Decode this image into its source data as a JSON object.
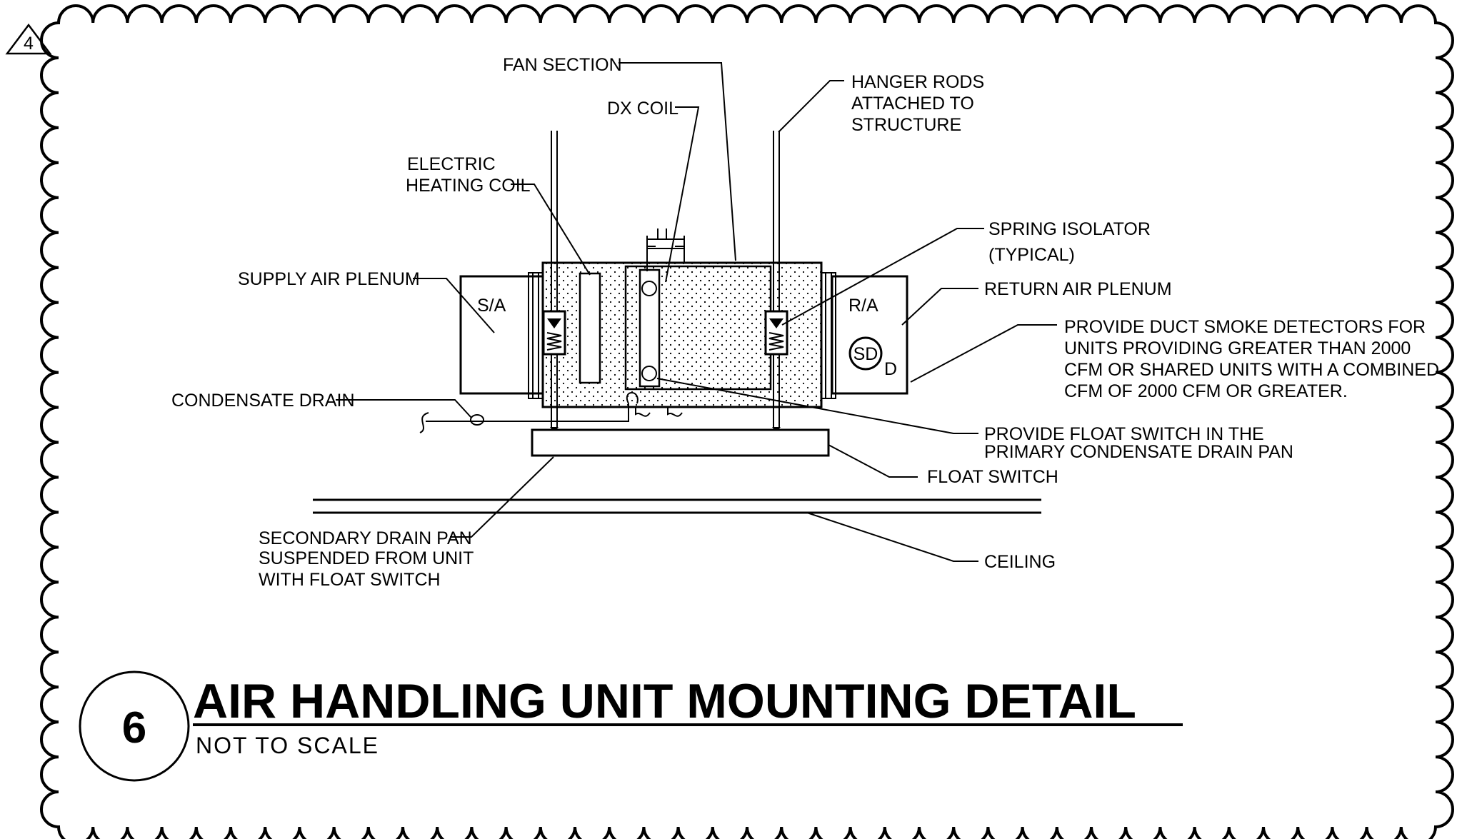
{
  "revision_tag": "4",
  "detail_number": "6",
  "title": "AIR HANDLING UNIT MOUNTING DETAIL",
  "subtitle": "NOT TO SCALE",
  "equipment_tags": {
    "supply": "S/A",
    "return": "R/A",
    "smoke_detector": "SD",
    "smoke_detector_suffix": "D"
  },
  "labels": {
    "fan_section": "FAN SECTION",
    "dx_coil": "DX COIL",
    "hanger_rods": [
      "HANGER RODS",
      "ATTACHED TO",
      "STRUCTURE"
    ],
    "electric_heating_coil": [
      "ELECTRIC",
      "HEATING COIL"
    ],
    "spring_isolator": [
      "SPRING ISOLATOR",
      "(TYPICAL)"
    ],
    "supply_air_plenum": "SUPPLY AIR PLENUM",
    "return_air_plenum": "RETURN AIR PLENUM",
    "smoke_detectors_note": [
      "PROVIDE DUCT SMOKE DETECTORS FOR",
      "UNITS PROVIDING GREATER THAN 2000",
      "CFM OR SHARED UNITS WITH A COMBINED",
      "CFM OF 2000 CFM OR GREATER."
    ],
    "condensate_drain": "CONDENSATE DRAIN",
    "float_switch_note": [
      "PROVIDE FLOAT SWITCH IN THE",
      "PRIMARY CONDENSATE DRAIN PAN"
    ],
    "float_switch": "FLOAT SWITCH",
    "secondary_drain_pan": [
      "SECONDARY DRAIN PAN",
      "SUSPENDED FROM UNIT",
      "WITH FLOAT SWITCH"
    ],
    "ceiling": "CEILING"
  }
}
